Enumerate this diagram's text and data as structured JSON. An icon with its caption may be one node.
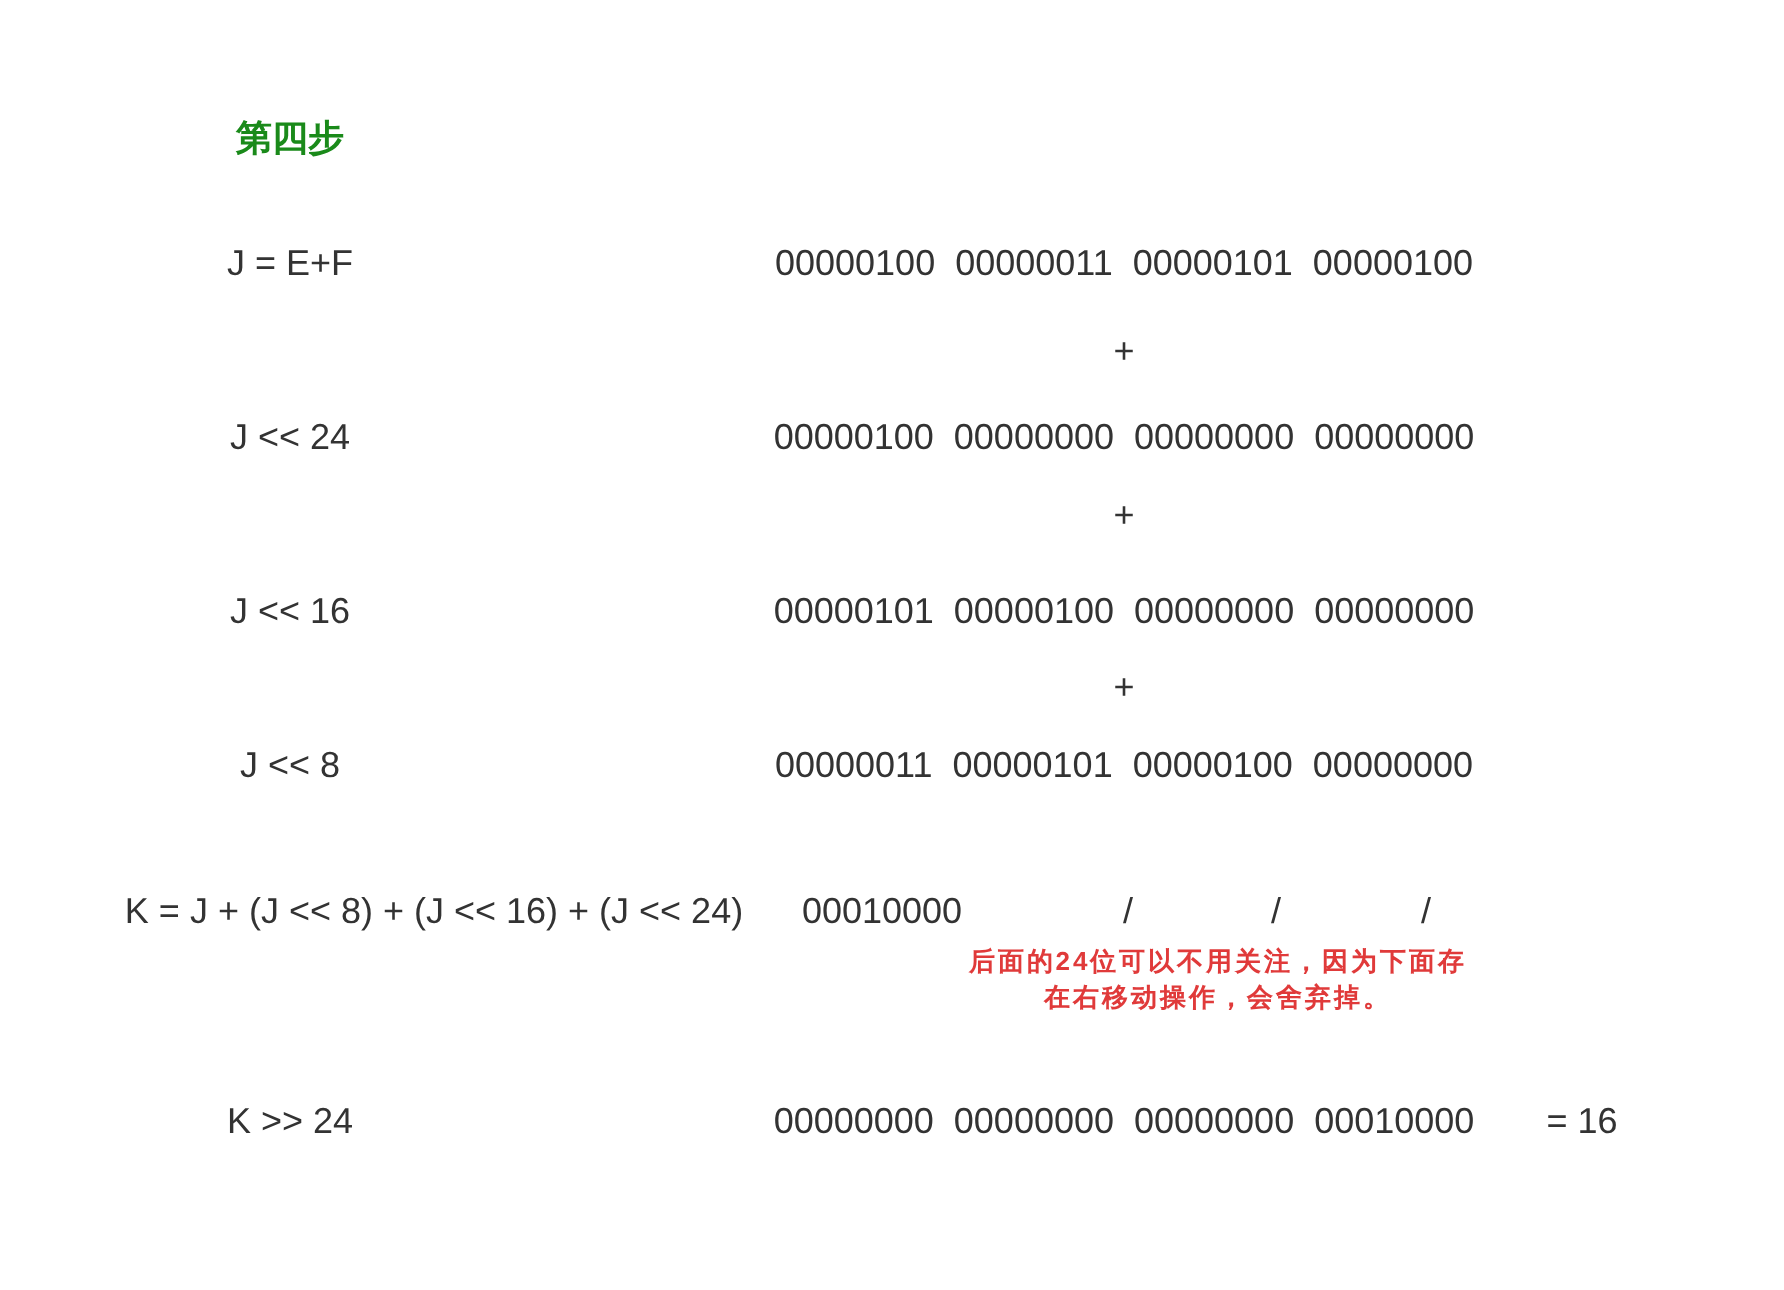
{
  "diagram": {
    "title": "第四步",
    "labels": [
      "J = E+F",
      "00000100  00000011  00000101  00000100",
      "+",
      "J << 24",
      "00000100  00000000  00000000  00000000",
      "+",
      "J << 16",
      "00000101  00000100  00000000  00000000",
      "+",
      "J << 8",
      "00000011  00000101  00000100  00000000",
      "K = J + (J << 8) + (J << 16) + (J << 24)",
      "00010000",
      "/",
      "/",
      "/",
      "后面的24位可以不用关注，因为下面存在右移动操作，会舍弃掉。",
      "K >> 24",
      "00000000  00000000  00000000  00010000",
      "= 16"
    ]
  }
}
